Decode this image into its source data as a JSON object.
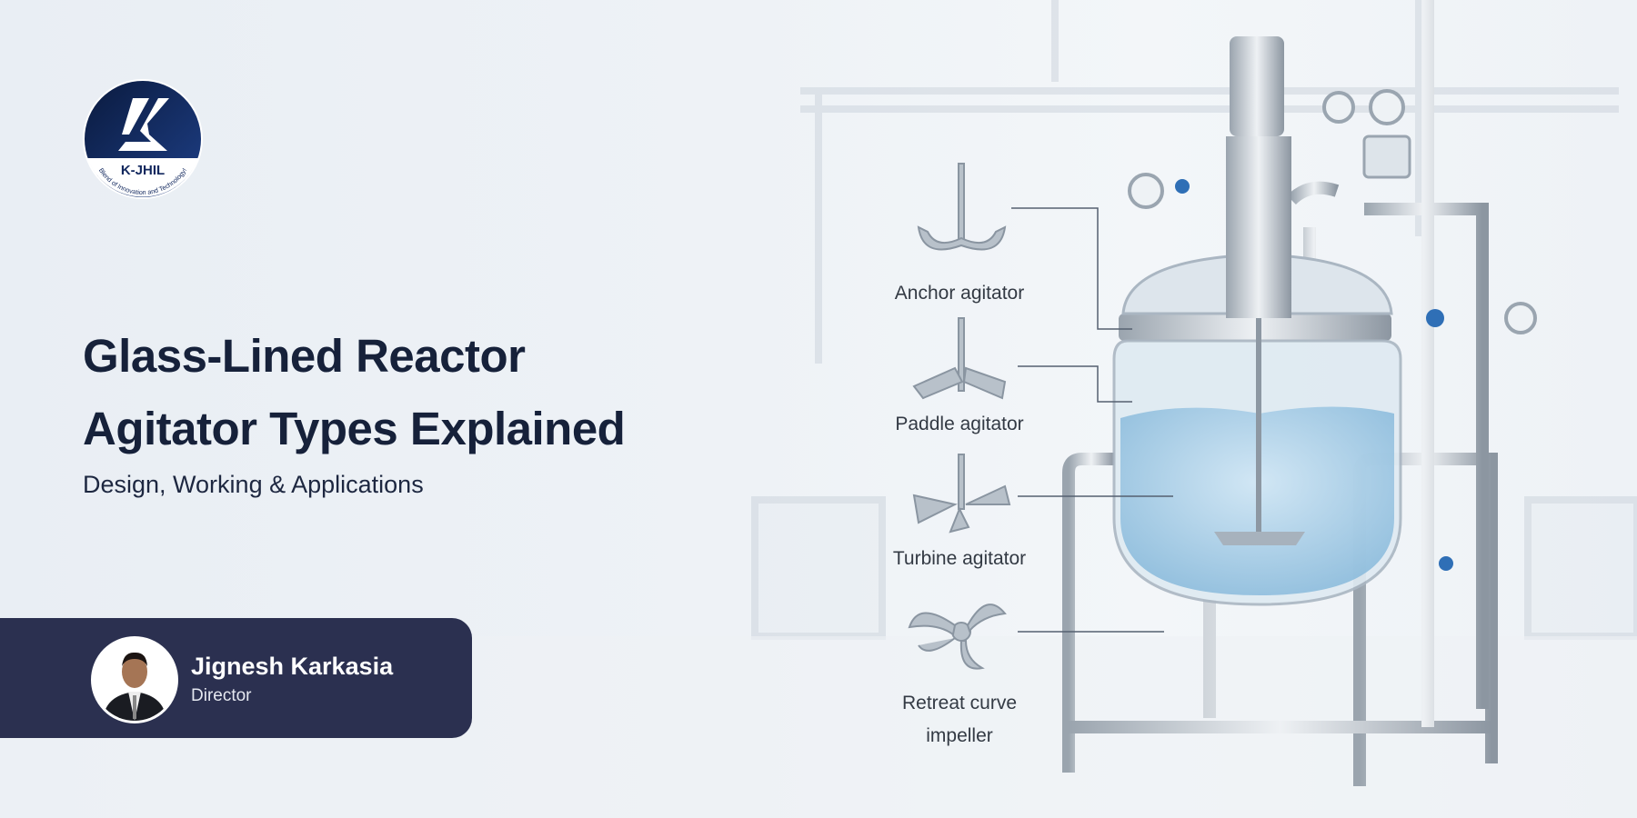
{
  "brand": {
    "name": "K-JHIL",
    "tagline": "Blend of Innovation and Technology!",
    "color": "#12285e"
  },
  "headline": {
    "line1": "Glass-Lined Reactor",
    "line2": "Agitator Types Explained",
    "subtitle": "Design, Working & Applications"
  },
  "author": {
    "name": "Jignesh Karkasia",
    "role": "Director",
    "card_color": "#2b3050"
  },
  "agitators": [
    {
      "label": "Anchor agitator",
      "icon": "anchor-agitator-icon"
    },
    {
      "label": "Paddle agitator",
      "icon": "paddle-agitator-icon"
    },
    {
      "label": "Turbine agitator",
      "icon": "turbine-agitator-icon"
    },
    {
      "label": "Retreat curve",
      "label2": "impeller",
      "icon": "retreat-curve-impeller-icon"
    }
  ]
}
